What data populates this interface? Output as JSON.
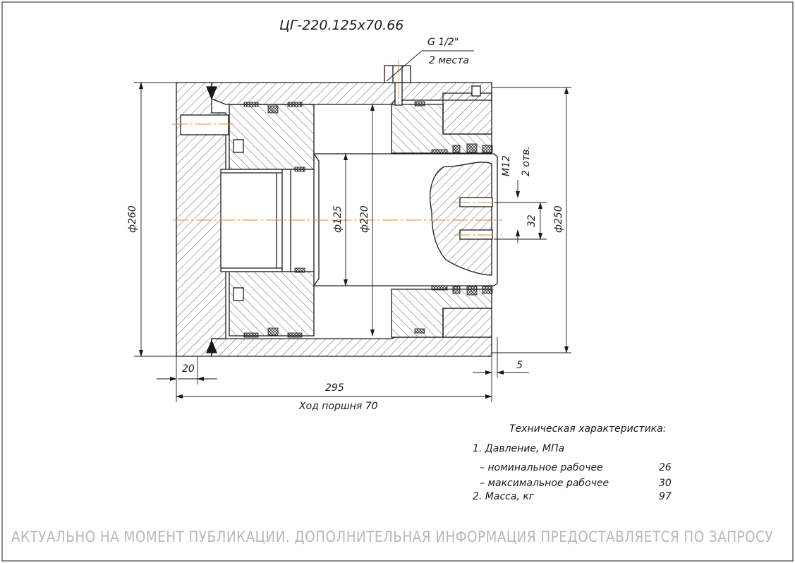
{
  "drawing": {
    "title": "ЦГ-220.125х70.66",
    "port_label": "G 1/2\"",
    "port_count": "2 места",
    "thread_label": "М12",
    "thread_count": "2 отв.",
    "dims": {
      "d260": "ф260",
      "d125": "ф125",
      "d220": "ф220",
      "d250": "ф250",
      "d32": "32",
      "d20": "20",
      "d5": "5",
      "d295": "295",
      "stroke": "Ход поршня 70"
    }
  },
  "specs": {
    "heading": "Техническая характеристика:",
    "rows": [
      {
        "label": "1. Давление, МПа",
        "value": ""
      },
      {
        "label": "– номинальное рабочее",
        "value": "26"
      },
      {
        "label": "– максимальное рабочее",
        "value": "30"
      },
      {
        "label": "2. Масса, кг",
        "value": "97"
      }
    ]
  },
  "watermark": "АКТУАЛЬНО НА МОМЕНТ ПУБЛИКАЦИИ. ДОПОЛНИТЕЛЬНАЯ ИНФОРМАЦИЯ ПРЕДОСТАВЛЯЕТСЯ ПО ЗАПРОСУ",
  "colors": {
    "line": "#1a1a1a",
    "hatch": "#3a3a3a",
    "axis": "#e08a1e",
    "watermark": "#b8b8b8"
  }
}
